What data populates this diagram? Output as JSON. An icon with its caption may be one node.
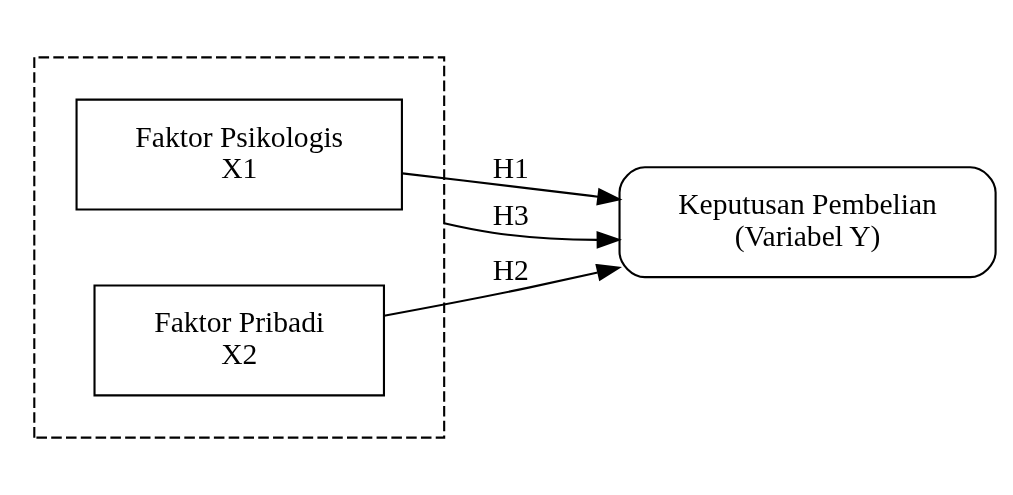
{
  "diagram": {
    "nodes": [
      {
        "text": [],
        "shape": "box"
      },
      {
        "text": [
          "Faktor Psikologis",
          "X1"
        ],
        "in": 0
      },
      {
        "text": [
          "Faktor Pribadi",
          "X2"
        ],
        "in": 0
      },
      {
        "text": [
          "Keputusan Pembelian",
          "(Variabel Y)"
        ]
      }
    ],
    "edges": [
      {
        "from": 1,
        "to": 3,
        "arrow": "to",
        "label": "H1"
      },
      {
        "from": 2,
        "to": 3,
        "arrow": "to",
        "label": "H2"
      },
      {
        "from": 0,
        "to": 3,
        "arrow": "to",
        "label": "H3"
      }
    ]
  }
}
